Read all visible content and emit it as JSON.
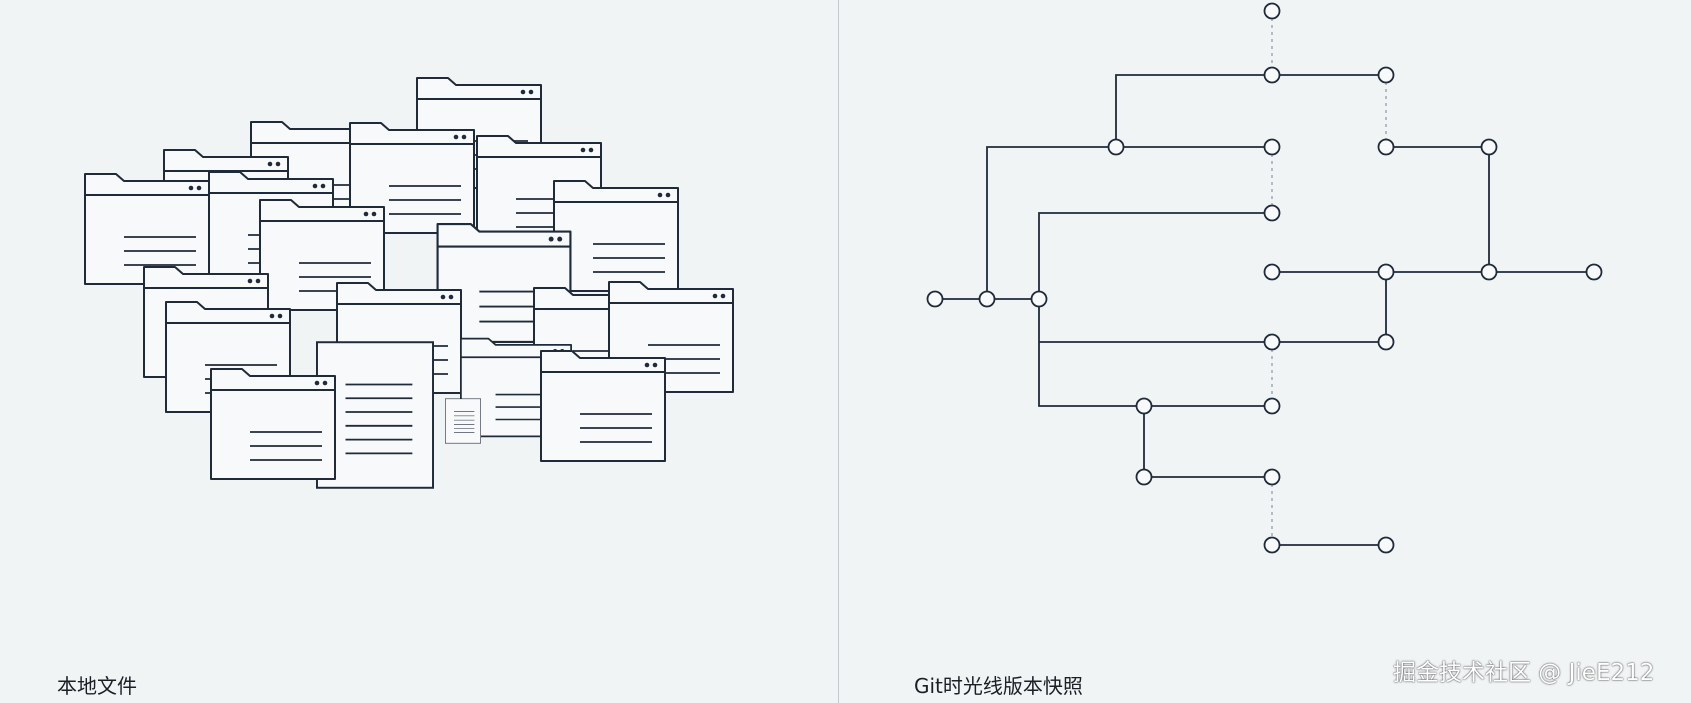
{
  "panels": {
    "left": {
      "caption": "本地文件"
    },
    "right": {
      "caption": "Git时光线版本快照"
    }
  },
  "watermark": "掘金技术社区 @ JieE212",
  "colors": {
    "background": "#f1f4f5",
    "ink": "#1f2a3a",
    "divider": "#c4c9cd"
  },
  "icons": {
    "file_window": "file-window-icon",
    "document": "document-icon",
    "commit_node": "commit-node-icon"
  }
}
